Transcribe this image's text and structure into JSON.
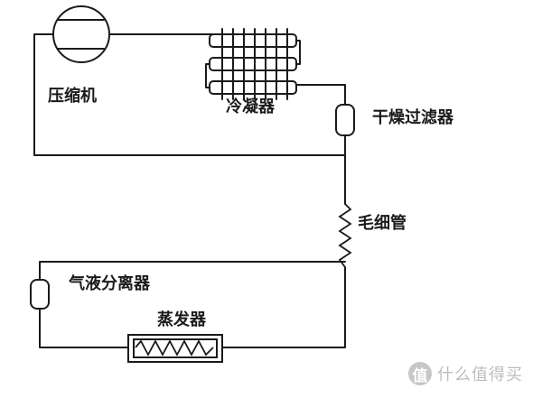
{
  "diagram": {
    "labels": {
      "compressor": "压缩机",
      "condenser": "冷凝器",
      "dryer_filter": "干燥过滤器",
      "capillary_tube": "毛细管",
      "gas_liquid_separator": "气液分离器",
      "evaporator": "蒸发器"
    }
  },
  "watermark": {
    "logo_glyph": "值",
    "text": "什么值得买"
  },
  "colors": {
    "line": "#1a1a1a",
    "background": "#ffffff",
    "watermark": "#888888"
  }
}
